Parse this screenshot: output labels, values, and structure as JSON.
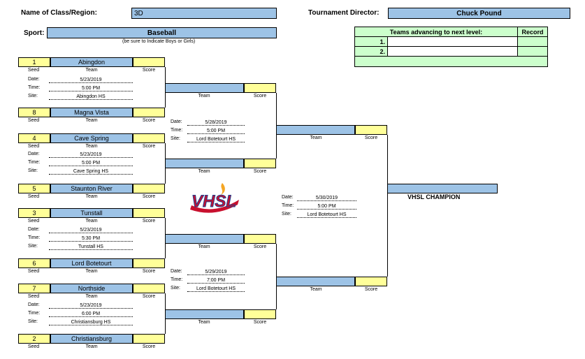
{
  "header": {
    "class_label": "Name of Class/Region:",
    "class_value": "3D",
    "director_label": "Tournament Director:",
    "director_value": "Chuck Pound",
    "sport_label": "Sport:",
    "sport_value": "Baseball",
    "sport_note": "(be sure to Indicate Boys or Girls)"
  },
  "advancing": {
    "title": "Teams advancing to next level:",
    "record_label": "Record",
    "rows": [
      "1.",
      "2."
    ]
  },
  "labels": {
    "seed": "Seed",
    "team": "Team",
    "score": "Score",
    "date": "Date:",
    "time": "Time:",
    "site": "Site:",
    "champion": "VHSL CHAMPION"
  },
  "logo": {
    "text": "VHSL"
  },
  "round1": [
    {
      "seed": "1",
      "team": "Abingdon"
    },
    {
      "seed": "8",
      "team": "Magna Vista"
    },
    {
      "seed": "4",
      "team": "Cave Spring"
    },
    {
      "seed": "5",
      "team": "Staunton River"
    },
    {
      "seed": "3",
      "team": "Tunstall"
    },
    {
      "seed": "6",
      "team": "Lord Botetourt"
    },
    {
      "seed": "7",
      "team": "Northside"
    },
    {
      "seed": "2",
      "team": "Christiansburg"
    }
  ],
  "games1": [
    {
      "date": "5/23/2019",
      "time": "5:00 PM",
      "site": "Abingdon HS"
    },
    {
      "date": "5/23/2019",
      "time": "5:00 PM",
      "site": "Cave Spring HS"
    },
    {
      "date": "5/23/2019",
      "time": "5:30 PM",
      "site": "Tunstall HS"
    },
    {
      "date": "5/23/2019",
      "time": "6:00 PM",
      "site": "Christiansburg HS"
    }
  ],
  "games2": [
    {
      "date": "5/28/2019",
      "time": "5:00 PM",
      "site": "Lord Botetourt HS"
    },
    {
      "date": "5/29/2019",
      "time": "7:00 PM",
      "site": "Lord Botetourt HS"
    }
  ],
  "game3": {
    "date": "5/30/2019",
    "time": "5:00 PM",
    "site": "Lord Botetourt HS"
  }
}
